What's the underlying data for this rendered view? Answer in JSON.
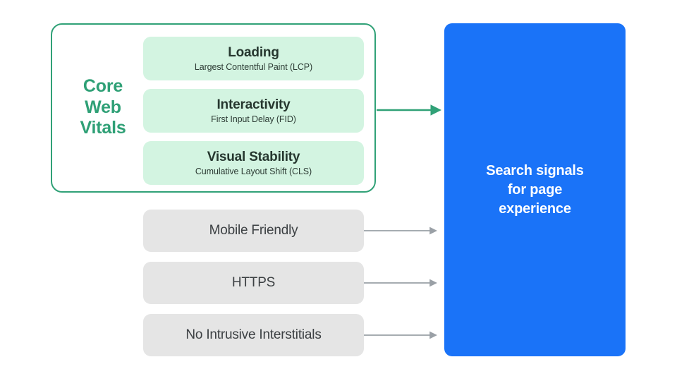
{
  "diagram": {
    "title_text_blue": "Search signals\nfor page\nexperience",
    "core_web_vitals_label": "Core\nWeb\nVitals",
    "colors": {
      "accent_green": "#30a177",
      "card_green": "#d3f4e1",
      "card_grey": "#e5e5e5",
      "destination_blue": "#1a73f8",
      "arrow_grey": "#9aa0a6",
      "text_dark": "#26372f",
      "text_grey": "#3c4043",
      "background": "#ffffff"
    },
    "core_web_vitals": {
      "group_label": "Core Web Vitals",
      "metrics": [
        {
          "title": "Loading",
          "subtitle": "Largest Contentful Paint (LCP)",
          "abbr": "LCP"
        },
        {
          "title": "Interactivity",
          "subtitle": "First Input Delay (FID)",
          "abbr": "FID"
        },
        {
          "title": "Visual Stability",
          "subtitle": "Cumulative Layout Shift (CLS)",
          "abbr": "CLS"
        }
      ]
    },
    "other_signals": [
      {
        "label": "Mobile Friendly"
      },
      {
        "label": "HTTPS"
      },
      {
        "label": "No Intrusive Interstitials"
      }
    ],
    "destination": {
      "line1": "Search signals",
      "line2": "for page",
      "line3": "experience"
    },
    "arrows": [
      {
        "name": "core-web-vitals-arrow",
        "color": "#30a177",
        "from": "core-web-vitals-group",
        "to": "search-signals-box"
      },
      {
        "name": "mobile-friendly-arrow",
        "color": "#9aa0a6",
        "from": "mobile-friendly-box",
        "to": "search-signals-box"
      },
      {
        "name": "https-arrow",
        "color": "#9aa0a6",
        "from": "https-box",
        "to": "search-signals-box"
      },
      {
        "name": "no-intrusive-interstitials-arrow",
        "color": "#9aa0a6",
        "from": "no-intrusive-interstitials-box",
        "to": "search-signals-box"
      }
    ]
  }
}
